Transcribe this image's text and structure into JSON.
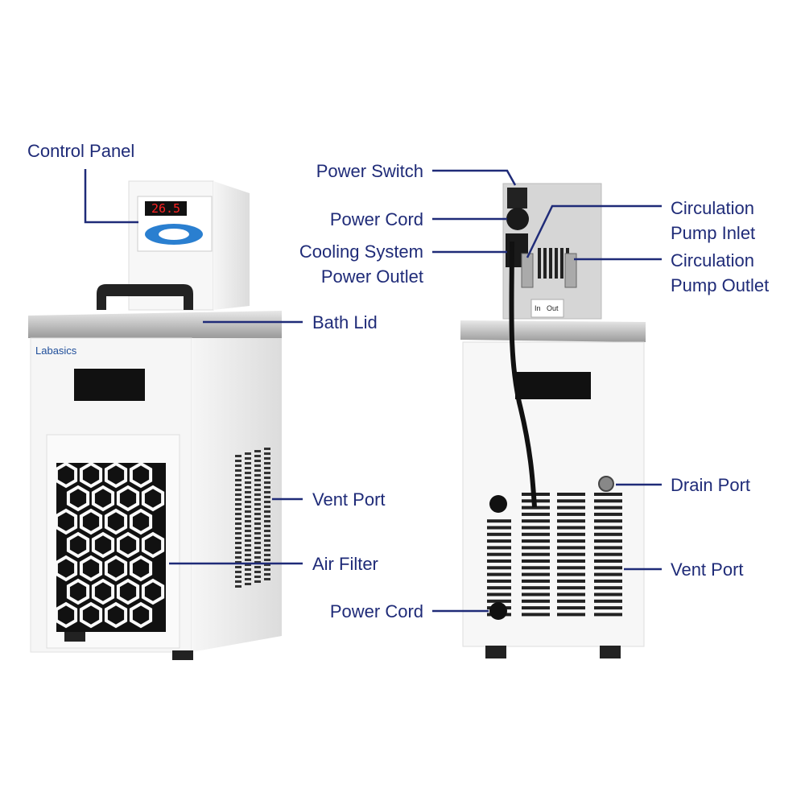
{
  "brand": "Labasics",
  "display_value": "26.5",
  "port_tags": {
    "in": "In",
    "out": "Out"
  },
  "colors": {
    "label": "#1f2b78",
    "leader": "#1f2b78",
    "body": "#f4f4f4"
  },
  "labels": {
    "control_panel": "Control Panel",
    "bath_lid": "Bath Lid",
    "vent_port_left": "Vent Port",
    "air_filter": "Air Filter",
    "power_switch": "Power Switch",
    "power_cord_top": "Power Cord",
    "cooling_outlet_1": "Cooling System",
    "cooling_outlet_2": "Power Outlet",
    "pump_inlet_1": "Circulation",
    "pump_inlet_2": "Pump Inlet",
    "pump_outlet_1": "Circulation",
    "pump_outlet_2": "Pump Outlet",
    "drain_port": "Drain Port",
    "vent_port_right": "Vent Port",
    "power_cord_bottom": "Power Cord"
  }
}
